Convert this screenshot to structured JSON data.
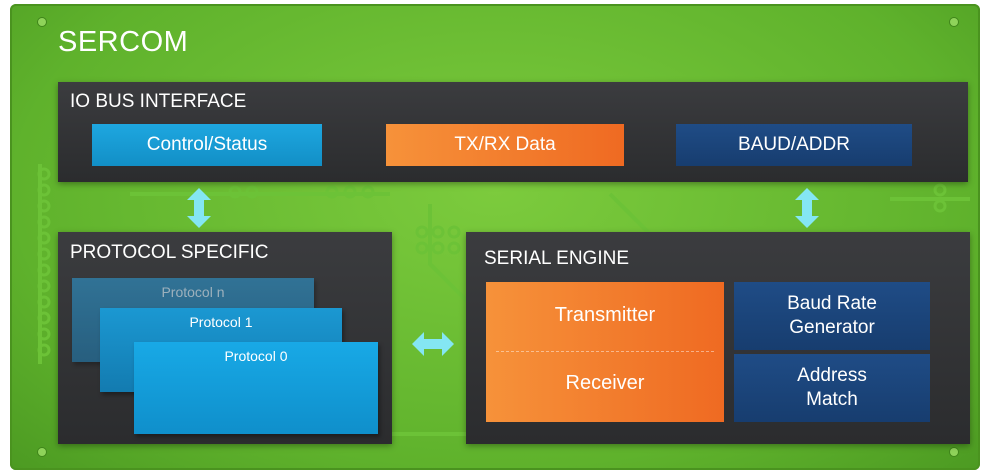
{
  "title": "SERCOM",
  "io_bus": {
    "title": "IO BUS INTERFACE",
    "control_status": "Control/Status",
    "txrx_data": "TX/RX Data",
    "baud_addr": "BAUD/ADDR"
  },
  "protocol": {
    "title": "PROTOCOL SPECIFIC",
    "layers": [
      "Protocol n",
      "Protocol 1",
      "Protocol 0"
    ]
  },
  "serial_engine": {
    "title": "SERIAL ENGINE",
    "transmitter": "Transmitter",
    "receiver": "Receiver",
    "baud_rate_generator": "Baud Rate Generator",
    "address_match": "Address Match"
  },
  "colors": {
    "board_green": "#5fb22c",
    "panel_dark": "#333436",
    "light_blue": "#1a9fd9",
    "orange": "#f07a2a",
    "navy": "#1b4479",
    "arrow_cyan": "#7fe3f2"
  }
}
